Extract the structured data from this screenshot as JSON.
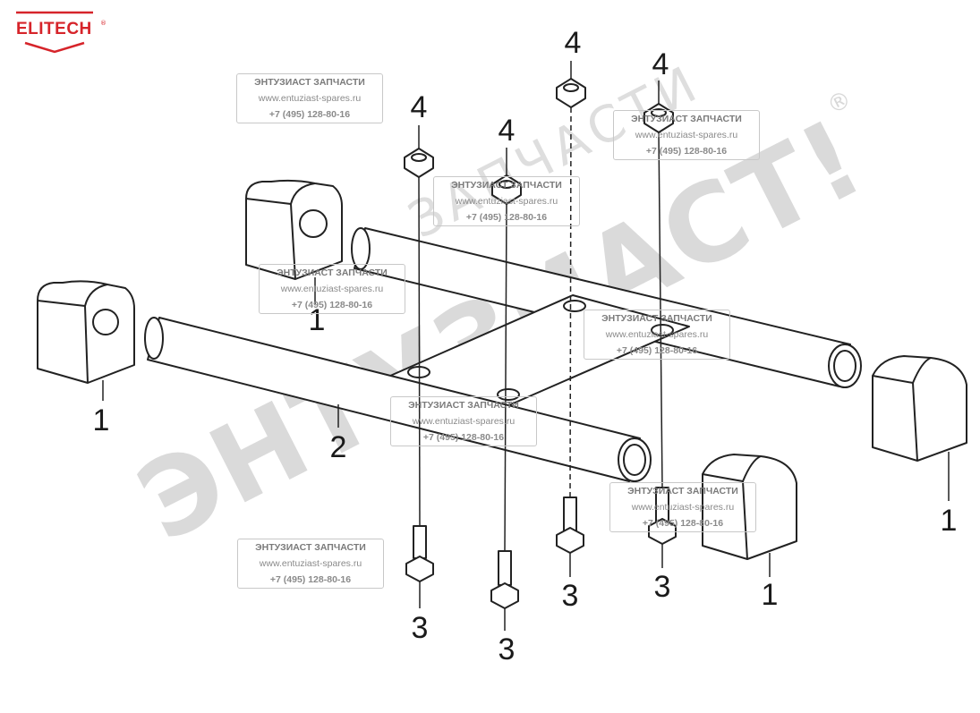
{
  "brand": {
    "name": "ELITECH",
    "reg_mark": "®",
    "color": "#d6242a"
  },
  "watermark": {
    "large_text": "ЭНТУЗИАСТ!",
    "arc_text": "ЗАПЧАСТИ",
    "reg_mark": "®",
    "box": {
      "title": "ЭНТУЗИАСТ ЗАПЧАСТИ",
      "site": "www.entuziast-spares.ru",
      "phone": "+7 (495) 128-80-16"
    }
  },
  "callouts": {
    "bushing": "1",
    "tube": "2",
    "bolt": "3",
    "nut": "4"
  },
  "colors": {
    "line": "#222222",
    "watermark_text": "#8a8a8a",
    "watermark_big": "#d4d4d4"
  }
}
